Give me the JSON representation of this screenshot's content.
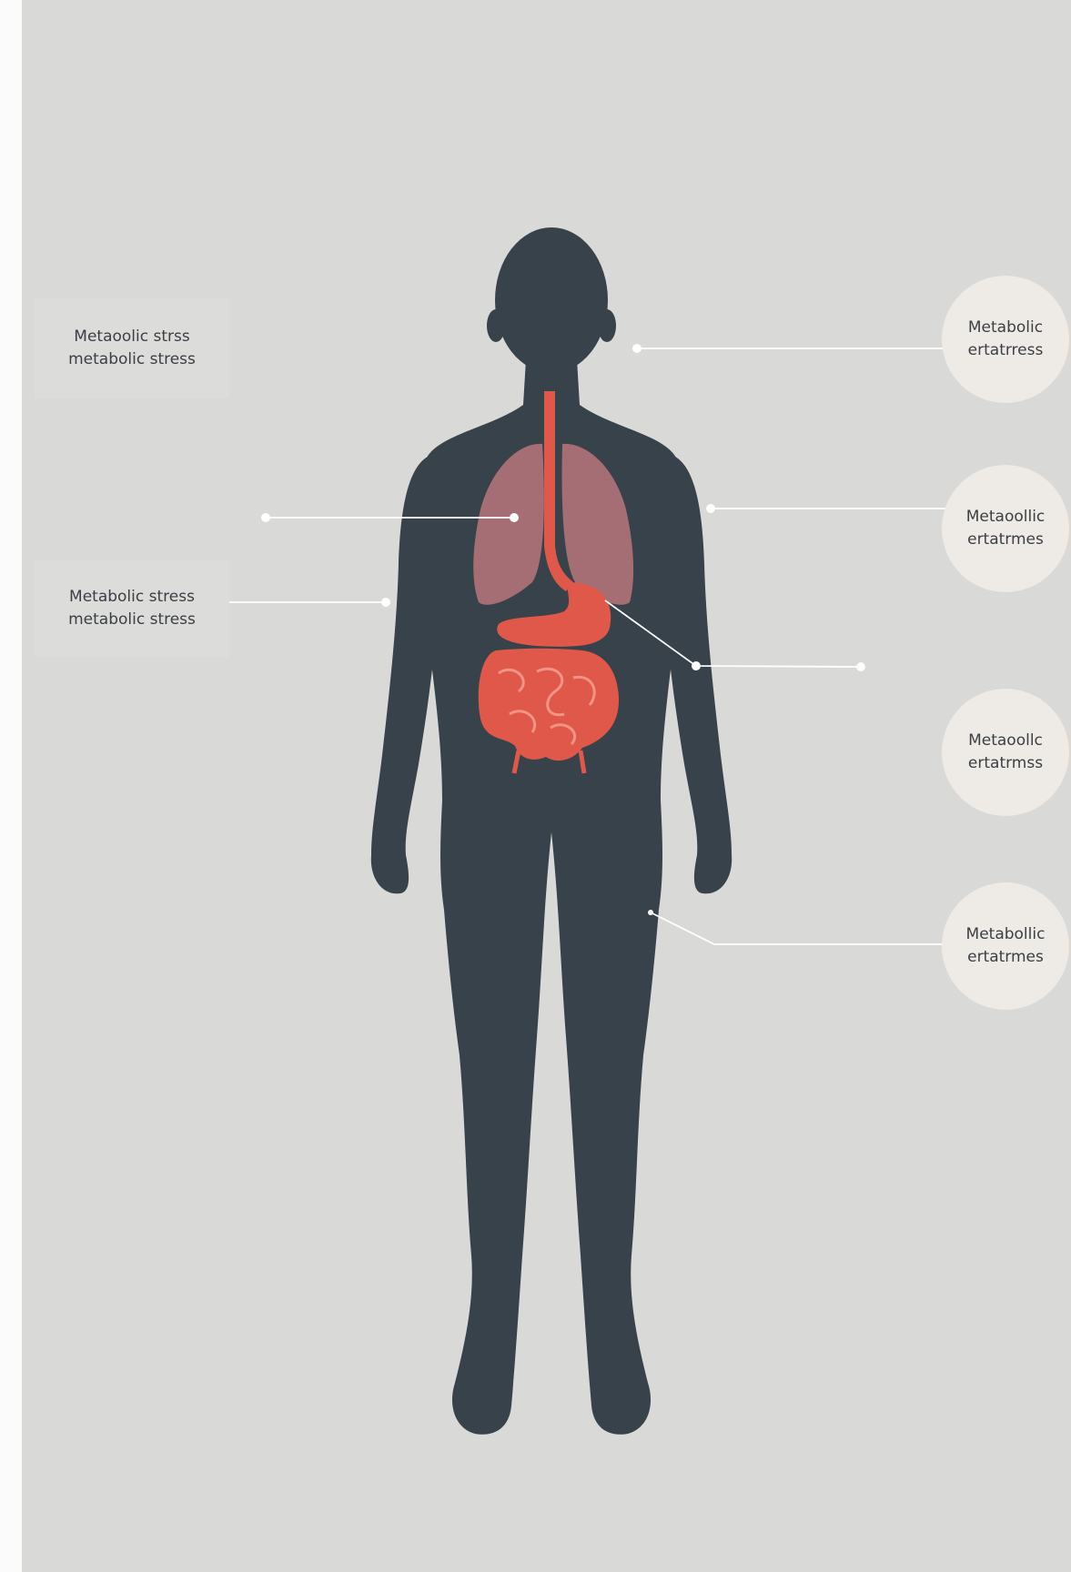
{
  "colors": {
    "background": "#d9d9d8",
    "silhouette": "#38424a",
    "organs": "#e0584a",
    "lungs": "#b9767b",
    "leader_lines": "#ffffff",
    "bubble_fill": "#eeebe6",
    "text": "#3b3f44"
  },
  "left_labels": [
    {
      "line1": "Metaoolic strss",
      "line2": "metabolic stress"
    },
    {
      "line1": "Metabolic stress",
      "line2": "metabolic stress"
    }
  ],
  "right_labels": [
    {
      "line1": "Metabolic",
      "line2": "ertatrress"
    },
    {
      "line1": "Metaoollic",
      "line2": "ertatrmes"
    },
    {
      "line1": "Metaoollc",
      "line2": "ertatrmss"
    },
    {
      "line1": "Metabollic",
      "line2": "ertatrmes"
    }
  ],
  "figure": {
    "subject": "human-body-silhouette",
    "organs": [
      "esophagus",
      "lungs",
      "stomach",
      "intestines"
    ]
  }
}
